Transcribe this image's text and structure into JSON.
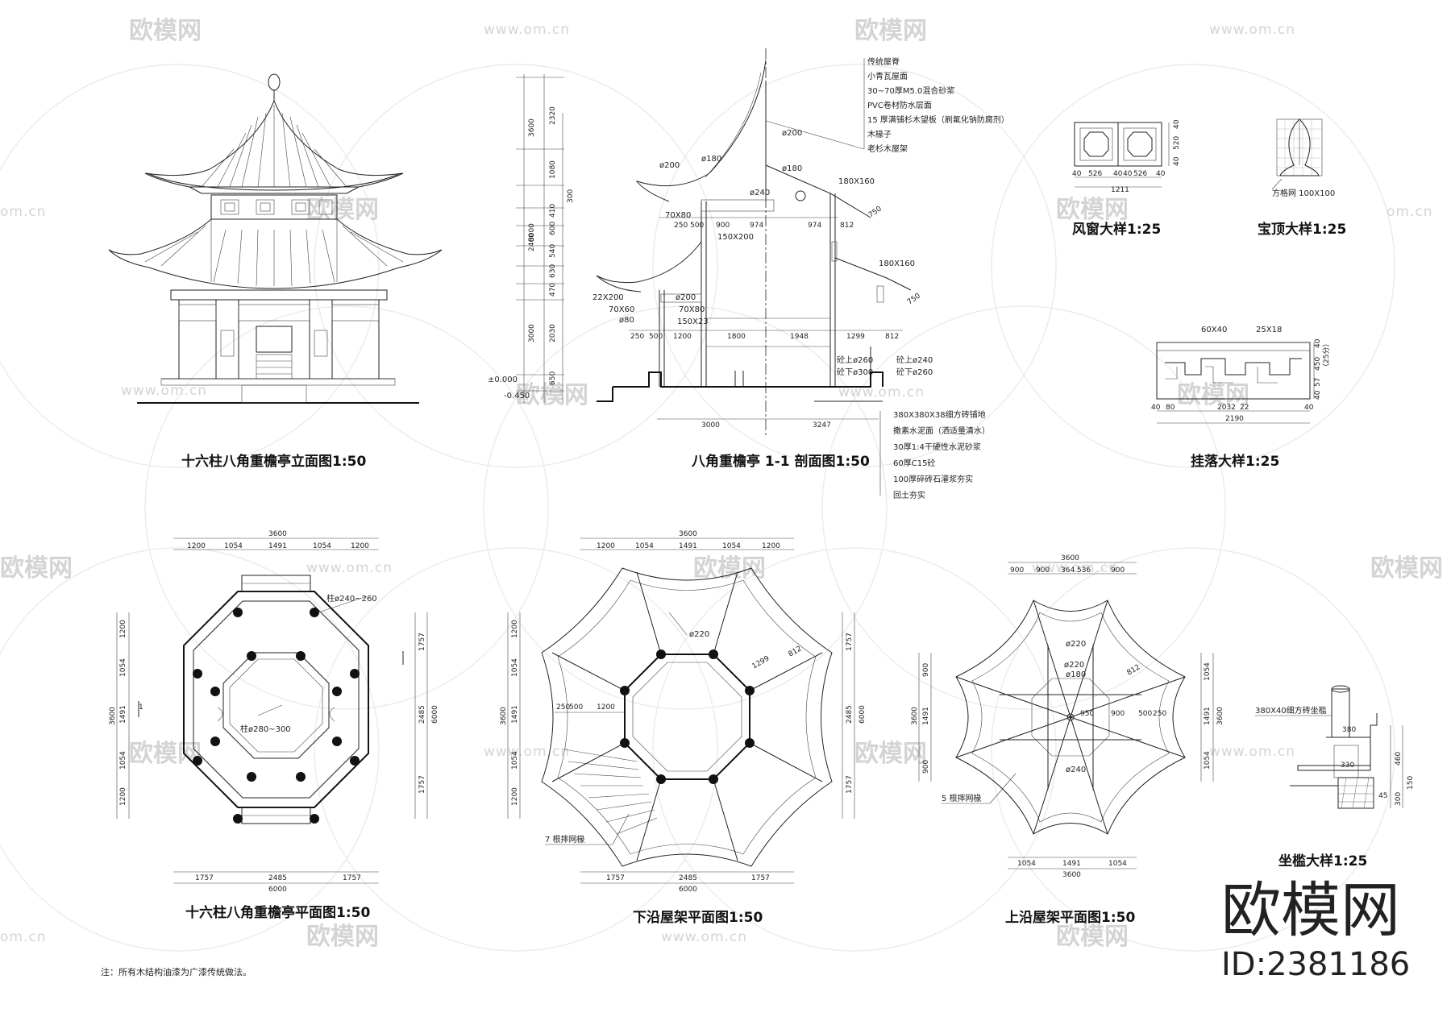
{
  "watermark": {
    "brand": "欧模网",
    "url": "www.om.cn",
    "url_fragment": "om.cn"
  },
  "brand": {
    "name": "欧模网",
    "id": "ID:2381186"
  },
  "captions": {
    "elevation": "十六柱八角重檐亭立面图1:50",
    "section": "八角重檐亭 1-1 剖面图1:50",
    "window_detail": "风窗大样1:25",
    "finial_detail": "宝顶大样1:25",
    "hanging_detail": "挂落大样1:25",
    "plan": "十六柱八角重檐亭平面图1:50",
    "lower_roof_plan": "下沿屋架平面图1:50",
    "upper_roof_plan": "上沿屋架平面图1:50",
    "seat_detail": "坐槛大样1:25"
  },
  "note": "注：所有木结构油漆为广漆传统做法。",
  "section_roof_notes": [
    "传统屋脊",
    "小青瓦屋面",
    "30~70厚M5.0混合砂浆",
    "PVC卷材防水层面",
    "15 厚满铺杉木望板（刷氟化钠防腐剂）",
    "木椽子",
    "老杉木屋架"
  ],
  "section_floor_notes": [
    "380X380X38细方砖铺地",
    "撒素水泥面（洒适量清水）",
    "30厚1:4干硬性水泥砂浆",
    "60厚C15砼",
    "100厚碎砖石灌浆夯实",
    "回土夯实"
  ],
  "section_labels": {
    "d200a": "ø200",
    "d180a": "ø180",
    "d180b": "ø180",
    "d240": "ø240",
    "d200b": "ø200",
    "b180x160a": "180X160",
    "b180x160b": "180X160",
    "b70x80a": "70X80",
    "b150x200": "150X200",
    "b22x200": "22X200",
    "b70x60": "70X60",
    "d80": "ø80",
    "d200c": "ø200",
    "b70x80b": "70X80",
    "b150x23": "150X23",
    "pillar_top": "砼上ø260",
    "pillar_bot": "砼下ø300",
    "pillar_top2": "砼上ø240",
    "pillar_bot2": "砼下ø260",
    "elev0": "±0.000",
    "elev_neg": "-0.450",
    "slope": "750",
    "slope2": "750"
  },
  "section_dims_vertical": [
    "3600",
    "2320",
    "1080",
    "300",
    "410",
    "600",
    "540",
    "630",
    "470",
    "8000",
    "2400",
    "3000",
    "2030",
    "650"
  ],
  "section_dims_horizontal": [
    "250",
    "500",
    "900",
    "974",
    "974",
    "812",
    "250",
    "500",
    "1200",
    "1800",
    "1948",
    "1299",
    "812",
    "3000",
    "3247"
  ],
  "window_dims": [
    "40",
    "526",
    "40",
    "40",
    "526",
    "40",
    "1211",
    "40",
    "520",
    "40"
  ],
  "finial_label": "方格网 100X100",
  "hanging_labels": {
    "b60x40": "60X40",
    "b25x18": "25X18",
    "l2032": "2032",
    "l22": "22",
    "l2190": "2190",
    "l40a": "40",
    "l40b": "40",
    "l80": "80",
    "h40": "40",
    "h450": "450",
    "h57": "57",
    "h40b": "40",
    "note25": "（25分）"
  },
  "plan_dims": {
    "top": [
      "1200",
      "1054",
      "1491",
      "1054",
      "1200"
    ],
    "top_total": "3600",
    "left": [
      "1200",
      "1054",
      "1491",
      "1054",
      "1200"
    ],
    "left_total": "3600",
    "right": [
      "1757",
      "2485",
      "1757"
    ],
    "right_total": "6000",
    "bottom": [
      "1757",
      "2485",
      "1757"
    ],
    "bottom_total": "6000",
    "col_outer": "柱ø240~260",
    "col_inner": "柱ø280~300",
    "cut": "1"
  },
  "lower_roof_dims": {
    "top": [
      "1200",
      "1054",
      "1491",
      "1054",
      "1200"
    ],
    "top_total": "3600",
    "left": [
      "1200",
      "1054",
      "1491",
      "1054",
      "1200"
    ],
    "left_total": "3600",
    "right": [
      "1757",
      "2485",
      "1757"
    ],
    "right_total": "6000",
    "bottom": [
      "1757",
      "2485",
      "1757"
    ],
    "bottom_total": "6000",
    "d220": "ø220",
    "l1299": "1299",
    "l812": "812",
    "l250": "250",
    "l500": "500",
    "l1200": "1200",
    "rafter_note": "7 根摔网椽"
  },
  "upper_roof_dims": {
    "top": [
      "900",
      "900",
      "364",
      "536",
      "900"
    ],
    "top_total": "3600",
    "left": [
      "900",
      "1491",
      "900"
    ],
    "left_total": "3600",
    "right": [
      "1054",
      "1491",
      "1054"
    ],
    "right_total": "3600",
    "bottom": [
      "1054",
      "1491",
      "1054"
    ],
    "bottom_total": "3600",
    "d220a": "ø220",
    "d220b": "ø220",
    "d180": "ø180",
    "d240": "ø240",
    "l812": "812",
    "l900a": "900",
    "l900b": "900",
    "l500": "500",
    "l250": "250",
    "l950": "950",
    "rafter_note": "5 根摔网椽"
  },
  "seat_labels": {
    "tile": "380X40细方砖坐槛",
    "h380": "380",
    "h460": "460",
    "h150": "150",
    "h330": "330",
    "h300": "300",
    "h45": "45"
  }
}
